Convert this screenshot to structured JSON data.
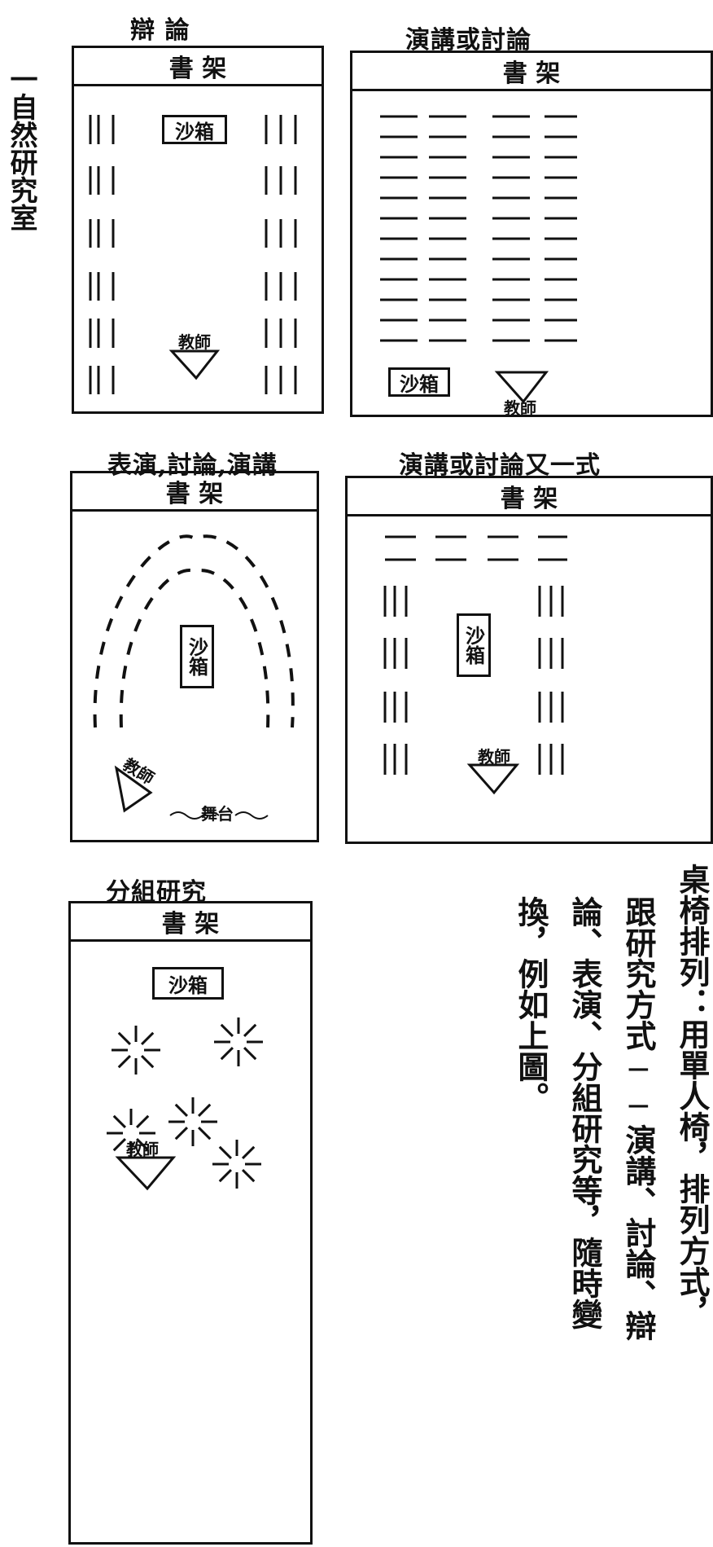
{
  "side_title": "一自然研究室",
  "shelf_label": "書 架",
  "sandbox_label": "沙箱",
  "teacher_label": "教師",
  "stage_label": "舞台",
  "panels": [
    {
      "caption": "辯 論"
    },
    {
      "caption": "演講或討論"
    },
    {
      "caption": "表演,討論,演講"
    },
    {
      "caption": "演講或討論又一式"
    },
    {
      "caption": "分組研究"
    }
  ],
  "notes": [
    "桌椅排列：用單人椅，排列方式，",
    "跟研究方式──演講、討論、辯",
    "論、表演、分組研究等，隨時變",
    "換，例如上圖。"
  ]
}
